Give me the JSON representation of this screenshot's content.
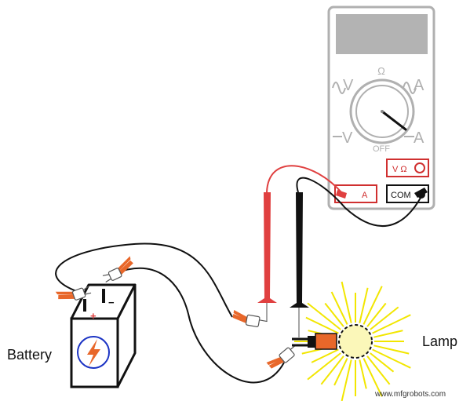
{
  "labels": {
    "battery": "Battery",
    "lamp": "Lamp",
    "battery_plus": "+",
    "battery_minus": "−",
    "watermark": "www.mfgrobots.com"
  },
  "meter": {
    "dial": {
      "ohm": "Ω",
      "off": "OFF",
      "ac_volts": "V",
      "ac_amps": "A",
      "dc_volts": "V",
      "dc_amps": "A"
    },
    "jacks": {
      "amps": "A",
      "volt_ohm": "V Ω",
      "common": "COM"
    }
  },
  "colors": {
    "red_lead": "#e04040",
    "black_lead": "#111111",
    "meter_gray": "#b0b0b0",
    "display": "#b3b3b3",
    "jack_red": "#d03030",
    "clip_orange": "#e8672a",
    "lamp_glow": "#f2e600",
    "bolt_blue": "#1b33c4",
    "bolt_orange": "#e8672a"
  },
  "icons": [
    "battery-icon",
    "lightning-bolt-icon",
    "lamp-icon",
    "alligator-clip-icon",
    "multimeter-icon"
  ]
}
